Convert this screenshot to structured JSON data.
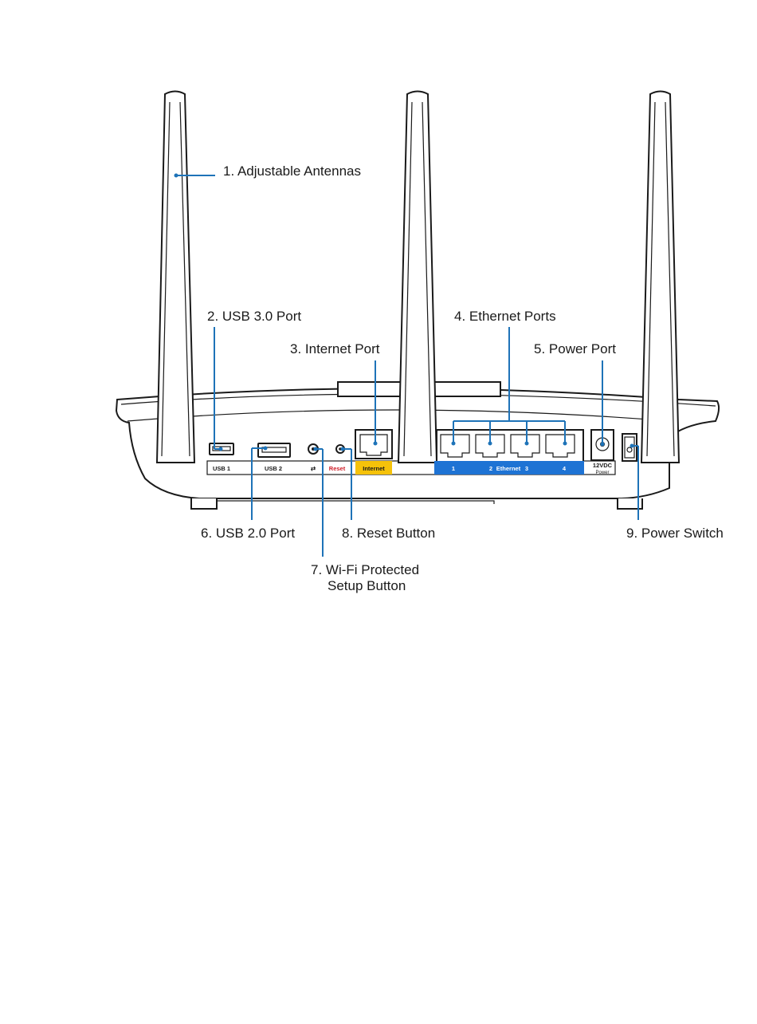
{
  "diagram": {
    "callouts": [
      {
        "id": "antennas",
        "text": "1. Adjustable Antennas"
      },
      {
        "id": "usb3",
        "text": "2. USB 3.0 Port"
      },
      {
        "id": "internet",
        "text": "3. Internet Port"
      },
      {
        "id": "ethernet",
        "text": "4. Ethernet Ports"
      },
      {
        "id": "power-port",
        "text": "5. Power Port"
      },
      {
        "id": "usb2",
        "text": "6. USB 2.0 Port"
      },
      {
        "id": "wps-line1",
        "text": "7. Wi-Fi Protected"
      },
      {
        "id": "wps-line2",
        "text": "Setup Button"
      },
      {
        "id": "reset",
        "text": "8. Reset Button"
      },
      {
        "id": "power-switch",
        "text": "9. Power Switch"
      }
    ],
    "panel_labels": {
      "usb1": "USB 1",
      "usb2": "USB 2",
      "reset": "Reset",
      "internet": "Internet",
      "eth1": "1",
      "eth2": "2",
      "ethernet": "Ethernet",
      "eth3": "3",
      "eth4": "4",
      "dc": "12VDC",
      "power": "Power"
    },
    "colors": {
      "leader": "#1e73b8",
      "internet_strip": "#f5c20a",
      "ethernet_strip": "#1e73d4",
      "reset_text": "#d0202a"
    }
  }
}
